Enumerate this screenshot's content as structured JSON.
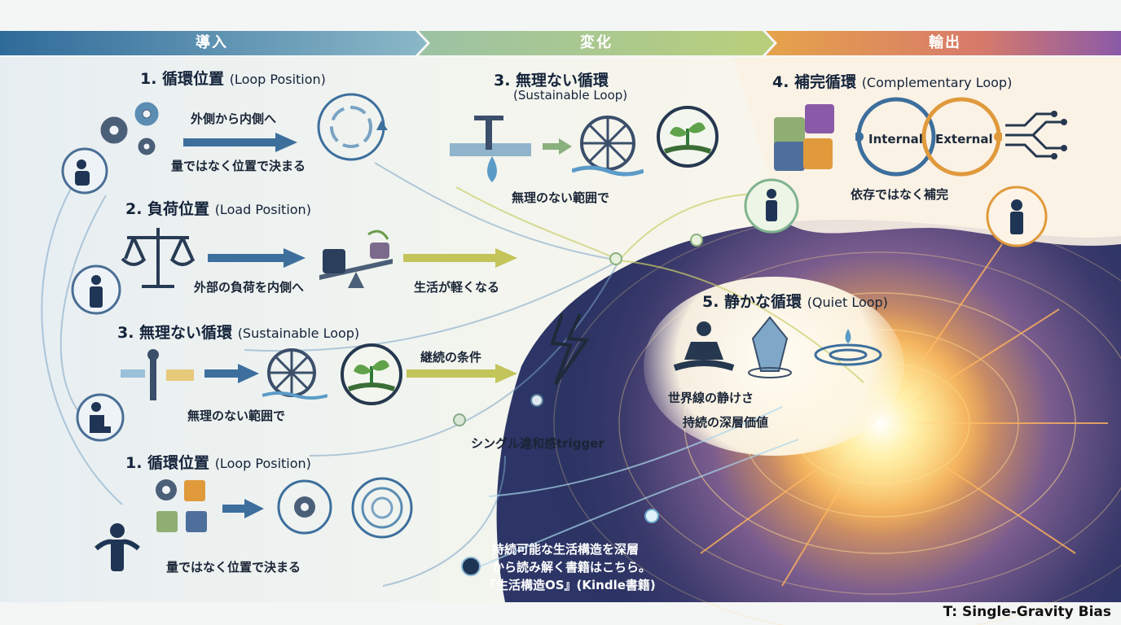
{
  "phases": {
    "intro": "導入",
    "change": "変化",
    "output": "輸出"
  },
  "left": {
    "s1": {
      "title": "1. 循環位置",
      "en": "(Loop Position)",
      "l1": "外側から内側へ",
      "l2": "量ではなく位置で決まる"
    },
    "s2": {
      "title": "2. 負荷位置",
      "en": "(Load Position)",
      "l1": "外部の負荷を内側へ",
      "l2": "生活が軽くなる"
    },
    "s3": {
      "title": "3. 無理ない循環",
      "en": "(Sustainable Loop)",
      "l1": "継続の条件",
      "l2": "無理のない範囲で"
    },
    "s4": {
      "title": "1. 循環位置",
      "en": "(Loop Position)",
      "l1": "量ではなく位置で決まる"
    }
  },
  "middle": {
    "title": "3. 無理ない循環",
    "en": "(Sustainable Loop)",
    "l1": "無理のない範囲で",
    "trigger": "シングル違和感trigger",
    "promo": [
      "持続可能な生活構造を深層",
      "から読み解く書籍はこちら。",
      "『生活構造OS』(Kindle書籍)"
    ]
  },
  "right": {
    "s4": {
      "title": "4. 補完循環",
      "en": "(Complementary Loop)",
      "internal": "Internal",
      "external": "External",
      "l1": "依存ではなく補完"
    },
    "s5": {
      "title": "5. 静かな循環",
      "en": "(Quiet Loop)",
      "l1": "世界線の静けさ",
      "l2": "持続の深層価値"
    }
  },
  "footer": "T: Single-Gravity Bias",
  "colors": {
    "intro": "#2f6b9a",
    "change": "#7fb38e",
    "output": "#e0893a",
    "core": "#ffd36a",
    "deep": "#2b2458"
  }
}
